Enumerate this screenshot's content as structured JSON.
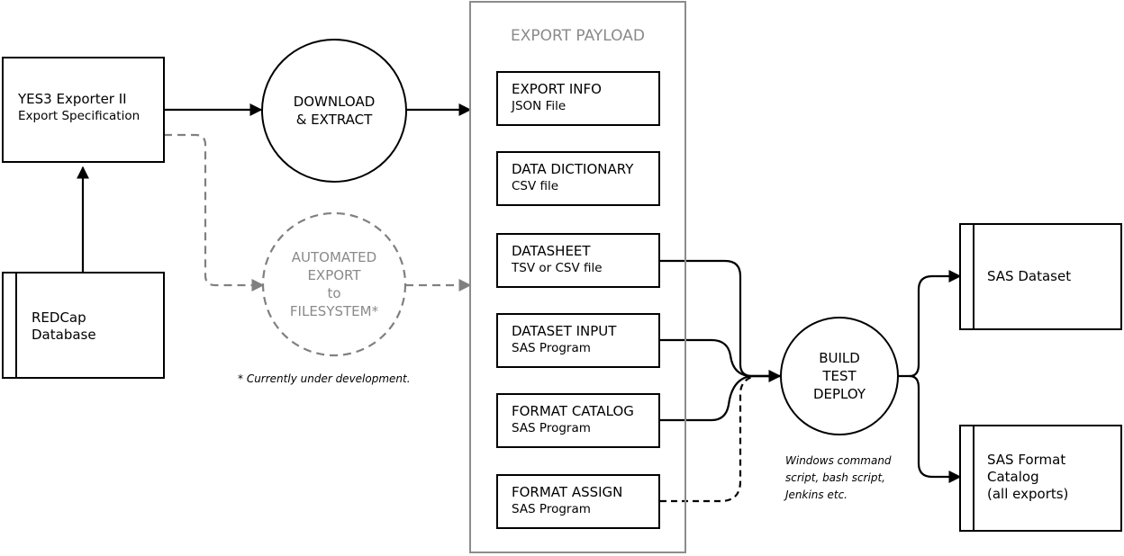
{
  "nodes": {
    "exporter": {
      "title": "YES3 Exporter II",
      "subtitle": "Export Specification"
    },
    "redcap": {
      "line1": "REDCap",
      "line2": "Database"
    },
    "download": {
      "line1": "DOWNLOAD",
      "line2": "& EXTRACT"
    },
    "automated": {
      "line1": "AUTOMATED",
      "line2": "EXPORT",
      "line3": "to",
      "line4": "FILESYSTEM*"
    },
    "build": {
      "line1": "BUILD",
      "line2": "TEST",
      "line3": "DEPLOY"
    },
    "sas_dataset": {
      "line1": "SAS Dataset"
    },
    "sas_format_catalog": {
      "line1": "SAS Format",
      "line2": "Catalog",
      "line3": "(all exports)"
    }
  },
  "payload": {
    "title": "EXPORT PAYLOAD",
    "items": [
      {
        "title": "EXPORT INFO",
        "subtitle": "JSON File"
      },
      {
        "title": "DATA DICTIONARY",
        "subtitle": "CSV file"
      },
      {
        "title": "DATASHEET",
        "subtitle": "TSV or CSV file"
      },
      {
        "title": "DATASET INPUT",
        "subtitle": "SAS Program"
      },
      {
        "title": "FORMAT CATALOG",
        "subtitle": "SAS Program"
      },
      {
        "title": "FORMAT ASSIGN",
        "subtitle": "SAS Program"
      }
    ]
  },
  "notes": {
    "development": "* Currently under development.",
    "build_line1": "Windows command",
    "build_line2": "script, bash script,",
    "build_line3": "Jenkins etc."
  },
  "colors": {
    "line": "#000000",
    "future": "#808080",
    "payload_border": "#8c8c8c"
  }
}
